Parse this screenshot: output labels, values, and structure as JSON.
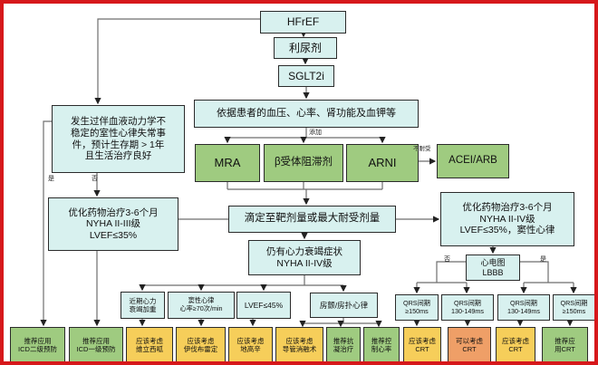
{
  "diagram": {
    "title": "HFrEF treatment flowchart",
    "nodes": {
      "hfref": {
        "text": "HFrEF"
      },
      "diuretic": {
        "text": "利尿剂"
      },
      "sglt2i": {
        "text": "SGLT2i"
      },
      "assess": {
        "text": "依据患者的血压、心率、肾功能及血钾等"
      },
      "mra": {
        "text": "MRA"
      },
      "beta_blocker": {
        "text": "β受体阻滞剂"
      },
      "arni": {
        "text": "ARNI"
      },
      "acei_arb": {
        "text": "ACEI/ARB"
      },
      "vt_event": {
        "text": "发生过伴血液动力学不\n稳定的室性心律失常事\n件，预计生存期 > 1年\n且生活治疗良好"
      },
      "opt_left": {
        "text": "优化药物治疗3-6个月\nNYHA II-III级\nLVEF≤35%"
      },
      "titrate": {
        "text": "滴定至靶剂量或最大耐受剂量"
      },
      "symptoms": {
        "text": "仍有心力衰竭症状\nNYHA II-IV级"
      },
      "opt_right": {
        "text": "优化药物治疗3-6个月\nNYHA II-IV级\nLVEF≤35%，窦性心律"
      },
      "ecg_lbbb": {
        "text": "心电图\nLBBB"
      },
      "recent_hf": {
        "text": "近期心力\n衰竭加重"
      },
      "sinus70": {
        "text": "窦性心律\n心率≥70次/min"
      },
      "lvef45": {
        "text": "LVEF≤45%"
      },
      "af_flutter": {
        "text": "房颤/房扑心律"
      },
      "qrs1": {
        "text": "QRS间期\n≥150ms"
      },
      "qrs2": {
        "text": "QRS间期\n130-149ms"
      },
      "qrs3": {
        "text": "QRS间期\n130-149ms"
      },
      "qrs4": {
        "text": "QRS间期\n≥150ms"
      },
      "icd2": {
        "text": "推荐应用\nICD二级预防"
      },
      "icd1": {
        "text": "推荐应用\nICD一级预防"
      },
      "vericiguat": {
        "text": "应该考虑\n维立西呱"
      },
      "ivabradine": {
        "text": "应该考虑\n伊伐布雷定"
      },
      "digoxin": {
        "text": "应该考虑\n地高辛"
      },
      "ablation": {
        "text": "应该考虑\n导管消融术"
      },
      "anticoagulation": {
        "text": "推荐抗\n凝治疗"
      },
      "rate_control": {
        "text": "推荐控\n制心率"
      },
      "crt_consider1": {
        "text": "应该考虑\nCRT"
      },
      "crt_may": {
        "text": "可以考虑\nCRT"
      },
      "crt_consider2": {
        "text": "应该考虑\nCRT"
      },
      "crt_recommend": {
        "text": "推荐应\n用CRT"
      }
    },
    "labels": {
      "add": "添加",
      "intolerant": "不耐受",
      "yes": "是",
      "no": "否",
      "ecg_no": "否",
      "ecg_yes": "是"
    },
    "colors": {
      "cyan": "#d8f1ef",
      "green": "#9fcb80",
      "yellow": "#f6ce5a",
      "orange": "#ef9f67",
      "frame": "#d6181b",
      "node_border": "#2b2b2b",
      "wire": "#6e6e6e"
    }
  }
}
